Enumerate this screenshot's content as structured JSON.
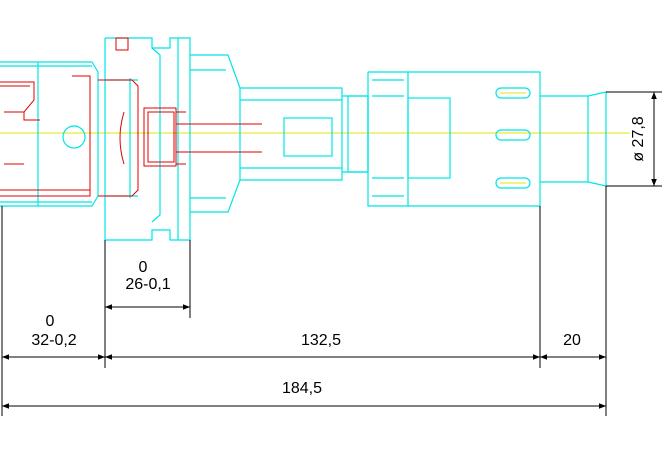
{
  "colors": {
    "outline": "#00e5e5",
    "detail": "#e00000",
    "centerline": "#e6e600",
    "dimension": "#000000",
    "background": "#ffffff"
  },
  "dimensions": {
    "upper_tolerance_1": "0",
    "upper_tolerance_2": "0",
    "flange_length": "26-0,1",
    "taper_length": "32-0,2",
    "middle_length": "132,5",
    "end_length": "20",
    "total_length": "184,5",
    "diameter": "ø 27,8"
  }
}
